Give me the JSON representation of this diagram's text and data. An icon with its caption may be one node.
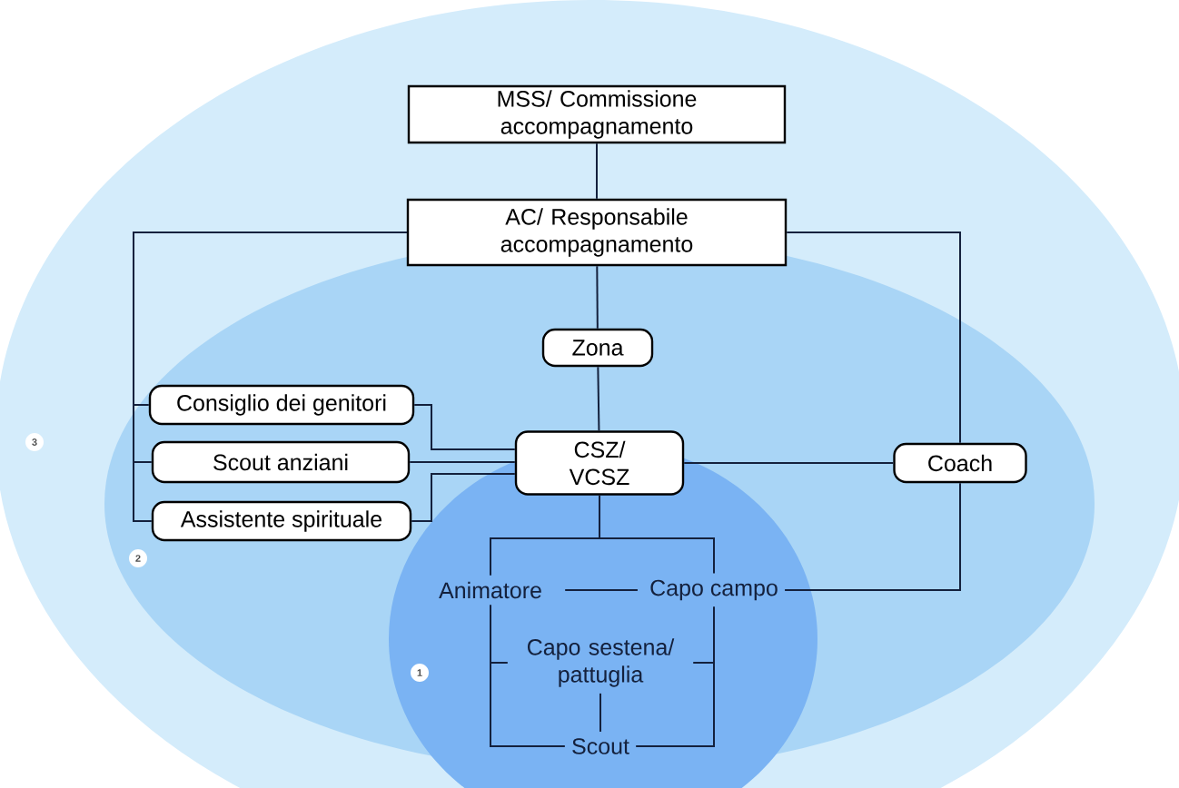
{
  "diagram": {
    "nodes": [
      {
        "text": [
          "3"
        ]
      },
      {
        "text": [
          "2"
        ],
        "in": 0
      },
      {
        "text": [
          "1"
        ],
        "in": 1
      },
      {
        "text": [
          "MSS/ Commissione accompagnamento"
        ],
        "in": 0
      },
      {
        "text": [
          "AC/ Responsabile accompagnamento"
        ],
        "in": 0
      },
      {
        "text": [
          "Zona"
        ],
        "in": 1
      },
      {
        "text": [
          "Consiglio dei genitori"
        ],
        "in": 1
      },
      {
        "text": [
          "Scout anziani"
        ],
        "in": 1
      },
      {
        "text": [
          "Assistente spirituale"
        ],
        "in": 1
      },
      {
        "text": [
          "CSZ/ VCSZ"
        ],
        "in": 1
      },
      {
        "text": [
          "Coach"
        ],
        "in": 1
      },
      {
        "text": [
          "Animatore"
        ],
        "in": 2
      },
      {
        "text": [
          "Capo campo"
        ],
        "in": 2
      },
      {
        "text": [
          "Capo sestena/ pattuglia"
        ],
        "in": 2
      },
      {
        "text": [
          "Scout"
        ],
        "in": 2
      }
    ],
    "edges": [
      {
        "from": 3,
        "to": 4,
        "arrow": "none"
      },
      {
        "from": 4,
        "to": 5,
        "arrow": "none"
      },
      {
        "from": 5,
        "to": 9,
        "arrow": "none"
      },
      {
        "from": 4,
        "to": 6,
        "arrow": "none"
      },
      {
        "from": 4,
        "to": 7,
        "arrow": "none"
      },
      {
        "from": 4,
        "to": 8,
        "arrow": "none"
      },
      {
        "from": 4,
        "to": 10,
        "arrow": "none"
      },
      {
        "from": 6,
        "to": 9,
        "arrow": "none"
      },
      {
        "from": 7,
        "to": 9,
        "arrow": "none"
      },
      {
        "from": 8,
        "to": 9,
        "arrow": "none"
      },
      {
        "from": 9,
        "to": 10,
        "arrow": "none"
      },
      {
        "from": 9,
        "to": 11,
        "arrow": "none"
      },
      {
        "from": 9,
        "to": 12,
        "arrow": "none"
      },
      {
        "from": 11,
        "to": 12,
        "arrow": "none"
      },
      {
        "from": 11,
        "to": 13,
        "arrow": "none"
      },
      {
        "from": 11,
        "to": 14,
        "arrow": "none"
      },
      {
        "from": 12,
        "to": 13,
        "arrow": "none"
      },
      {
        "from": 12,
        "to": 14,
        "arrow": "none"
      },
      {
        "from": 13,
        "to": 14,
        "arrow": "none"
      },
      {
        "from": 10,
        "to": 12,
        "arrow": "none"
      }
    ]
  }
}
